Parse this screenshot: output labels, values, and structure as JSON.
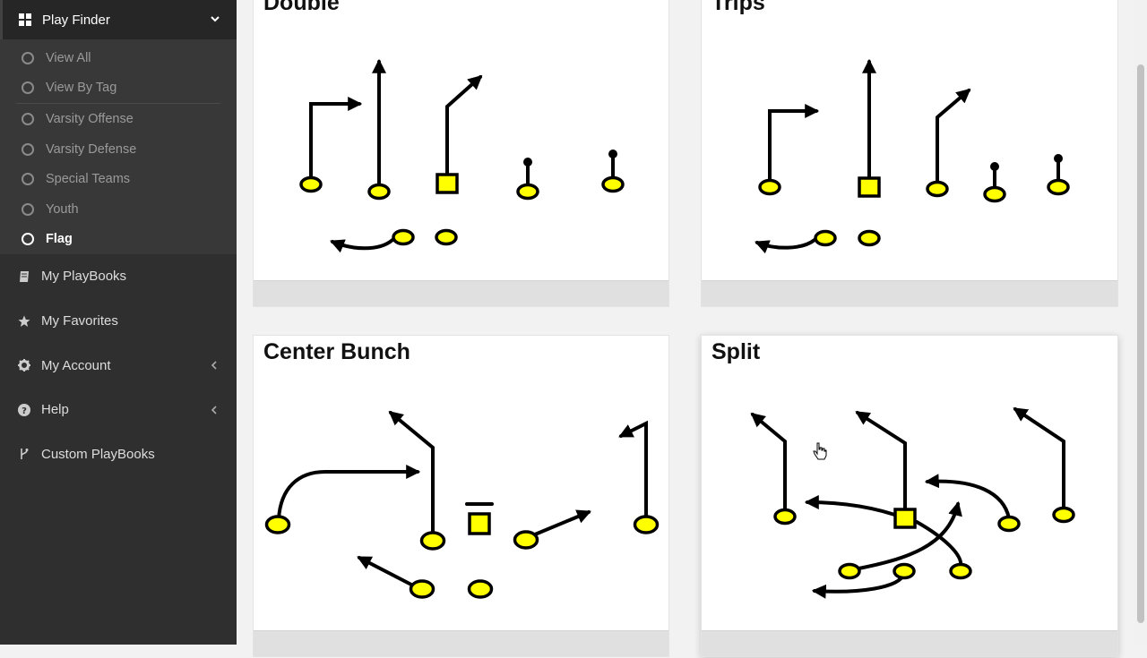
{
  "sidebar": {
    "header": {
      "label": "Play Finder",
      "icon": "grid-icon"
    },
    "sub_items": [
      {
        "label": "View All"
      },
      {
        "label": "View By Tag"
      },
      {
        "label": "Varsity Offense"
      },
      {
        "label": "Varsity Defense"
      },
      {
        "label": "Special Teams"
      },
      {
        "label": "Youth"
      },
      {
        "label": "Flag",
        "active": true
      }
    ],
    "items": [
      {
        "label": "My PlayBooks",
        "icon": "book-icon"
      },
      {
        "label": "My Favorites",
        "icon": "star-icon"
      },
      {
        "label": "My Account",
        "icon": "gear-icon"
      },
      {
        "label": "Help",
        "icon": "question-icon"
      },
      {
        "label": "Custom PlayBooks",
        "icon": "branch-icon"
      }
    ]
  },
  "cards": [
    {
      "title": "Double"
    },
    {
      "title": "Trips"
    },
    {
      "title": "Center Bunch"
    },
    {
      "title": "Split"
    }
  ],
  "colors": {
    "player_fill": "#ffff00",
    "line": "#000000",
    "sidebar_bg": "#2f2f2f"
  }
}
